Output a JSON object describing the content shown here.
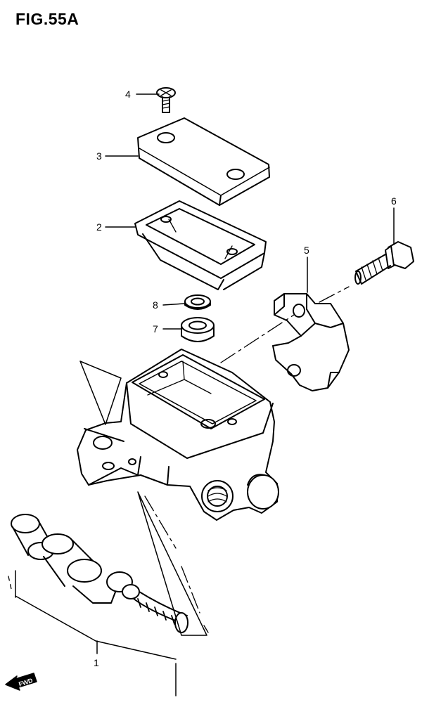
{
  "figure": {
    "title": "FIG.55A"
  },
  "callouts": [
    {
      "id": "1",
      "label": "1"
    },
    {
      "id": "2",
      "label": "2"
    },
    {
      "id": "3",
      "label": "3"
    },
    {
      "id": "4",
      "label": "4"
    },
    {
      "id": "5",
      "label": "5"
    },
    {
      "id": "6",
      "label": "6"
    },
    {
      "id": "7",
      "label": "7"
    },
    {
      "id": "8",
      "label": "8"
    }
  ],
  "direction_marker": {
    "label": "FWD",
    "icon": "forward-arrow-icon"
  },
  "colors": {
    "line": "#000000",
    "background": "#ffffff"
  }
}
